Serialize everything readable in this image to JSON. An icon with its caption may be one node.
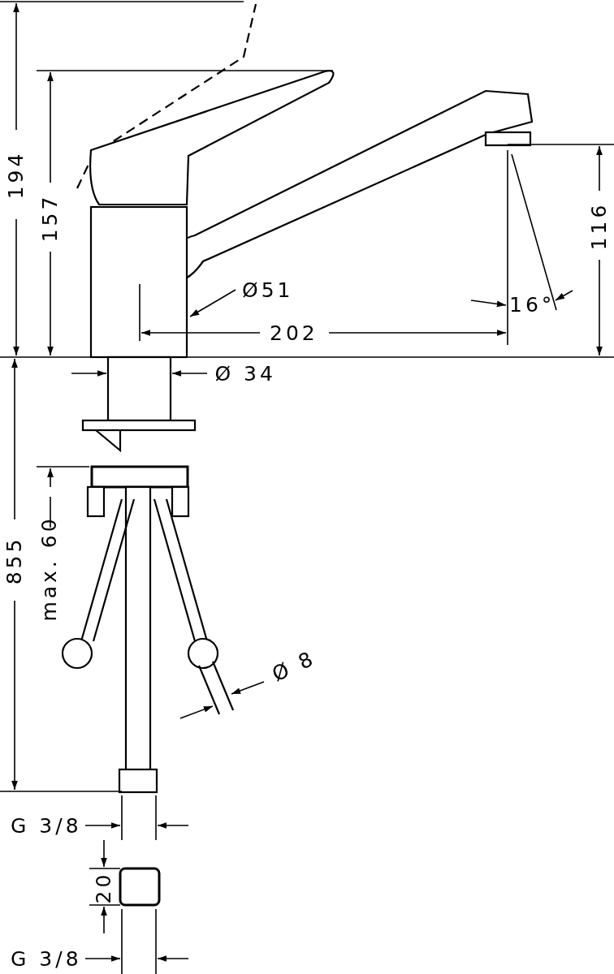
{
  "diagram": {
    "labels": [
      "194",
      "157",
      "116",
      "Ø51",
      "16°",
      "202",
      "Ø 34",
      "855",
      "max. 60",
      "Ø 8",
      "G 3/8",
      "20",
      "G 3/8"
    ]
  }
}
